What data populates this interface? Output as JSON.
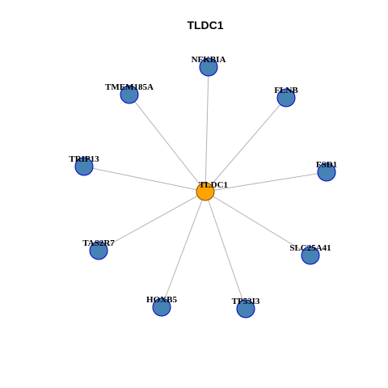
{
  "title": "TLDC1",
  "colors": {
    "hub_fill": "#FFA500",
    "hub_stroke": "#8B4500",
    "leaf_fill": "#4682B4",
    "leaf_stroke": "#0000CD",
    "edge": "#B3B3B3"
  },
  "hub": {
    "id": "TLDC1",
    "label": "TLDC1"
  },
  "neighbors": [
    {
      "id": "NFKBIA",
      "label": "NFKBIA"
    },
    {
      "id": "FLNB",
      "label": "FLNB"
    },
    {
      "id": "FSD1",
      "label": "FSD1"
    },
    {
      "id": "SLC25A41",
      "label": "SLC25A41"
    },
    {
      "id": "TP53I3",
      "label": "TP53I3"
    },
    {
      "id": "HOXB5",
      "label": "HOXB5"
    },
    {
      "id": "TAS2R7",
      "label": "TAS2R7"
    },
    {
      "id": "TRIP13",
      "label": "TRIP13"
    },
    {
      "id": "TMEM185A",
      "label": "TMEM185A"
    }
  ]
}
